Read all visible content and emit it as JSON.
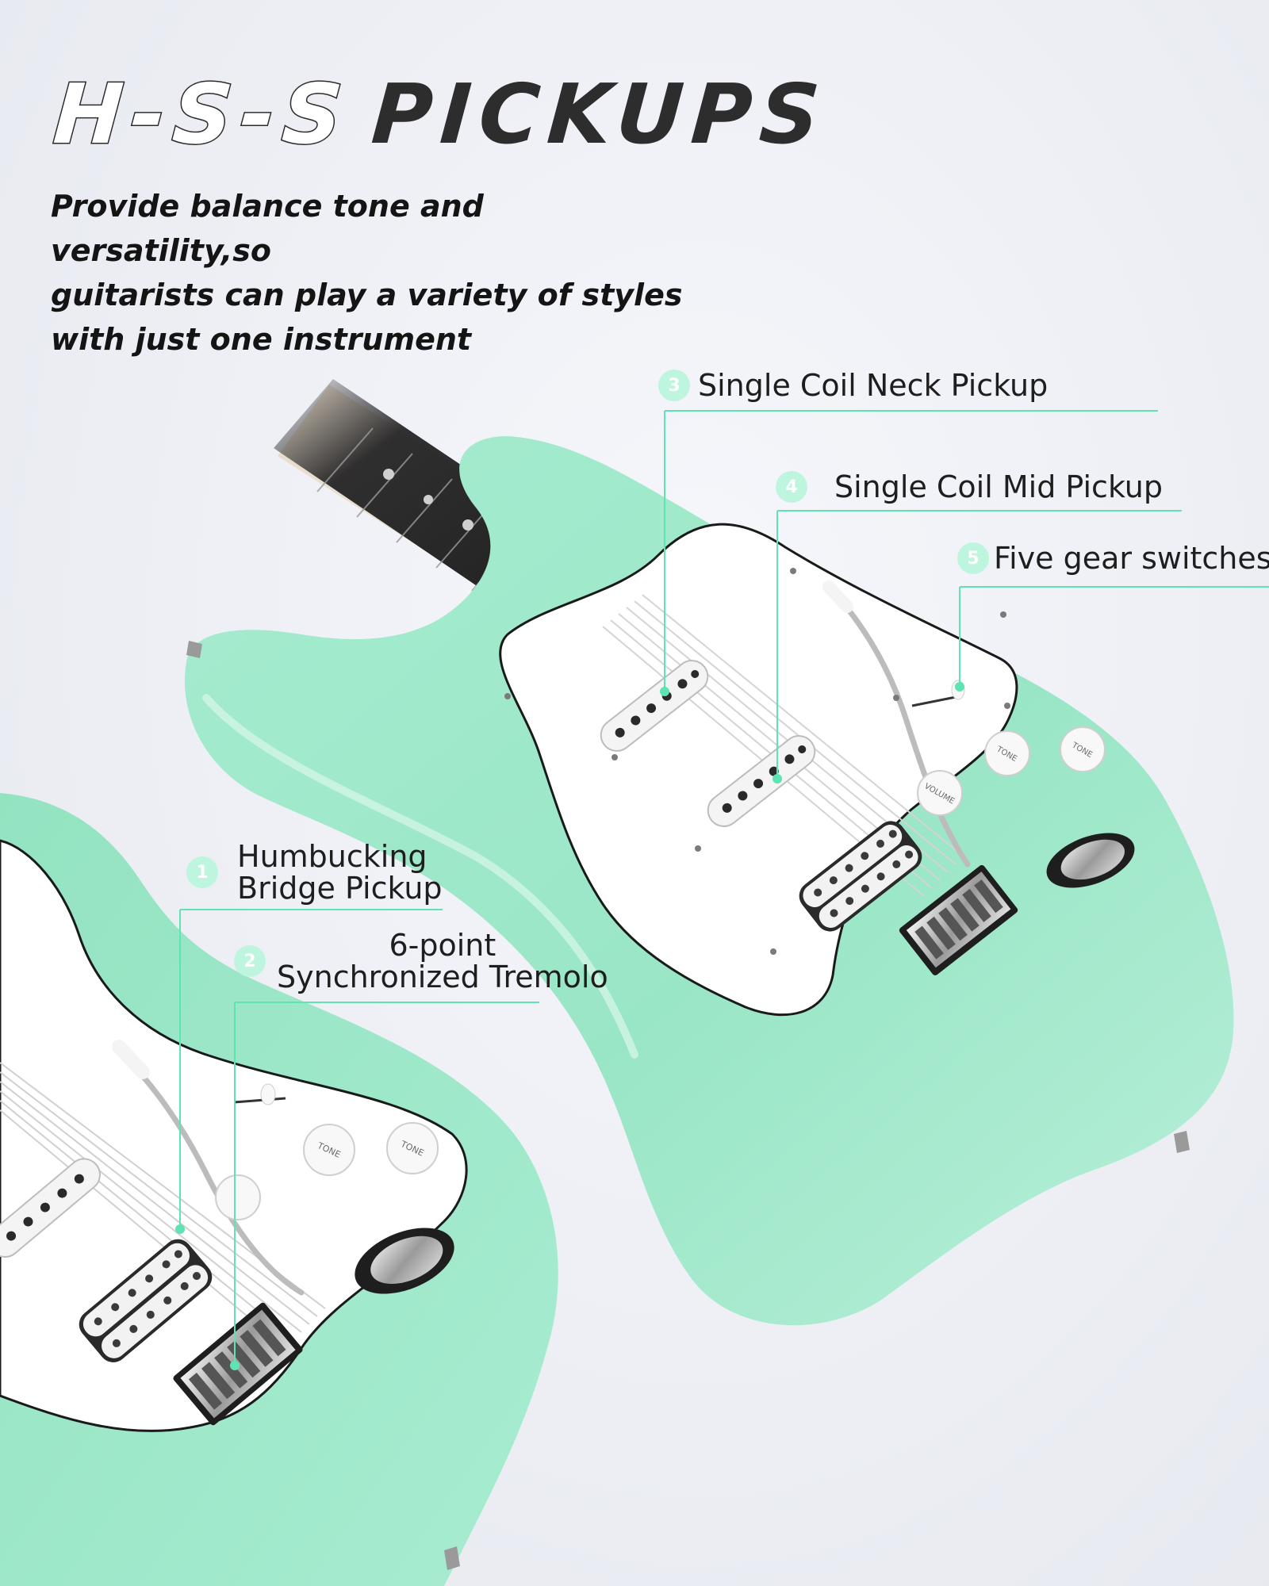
{
  "headline": {
    "outlined": "H-S-S",
    "solid": "PICKUPS"
  },
  "subtitle": {
    "lines": [
      "Provide balance tone and versatility,so",
      "guitarists can play a variety of styles",
      "with just one instrument"
    ]
  },
  "callouts": [
    {
      "number": "1",
      "lines": [
        "Humbucking",
        "Bridge Pickup"
      ]
    },
    {
      "number": "2",
      "lines": [
        "6-point",
        "Synchronized Tremolo"
      ]
    },
    {
      "number": "3",
      "lines": [
        "Single Coil Neck Pickup"
      ]
    },
    {
      "number": "4",
      "lines": [
        "Single Coil Mid Pickup"
      ]
    },
    {
      "number": "5",
      "lines": [
        "Five gear switches"
      ]
    }
  ],
  "knob_labels": {
    "tone": "TONE",
    "volume": "VOLUME"
  },
  "colors": {
    "background": "#eceef4",
    "guitar_body": "#9be7c8",
    "pickguard": "#ffffff",
    "accent_line": "#5ee3b3",
    "badge": "#bdf5df",
    "headline_text": "#2d2d2d"
  }
}
